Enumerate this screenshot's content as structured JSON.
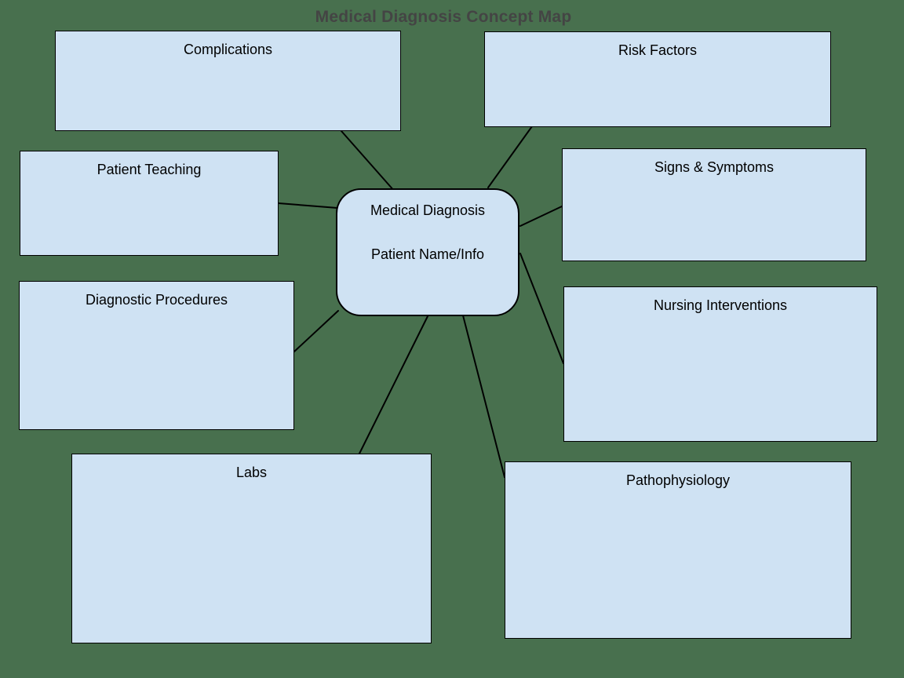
{
  "title": "Medical Diagnosis Concept Map",
  "center": {
    "line1": "Medical Diagnosis",
    "line2": "Patient Name/Info"
  },
  "nodes": {
    "complications": {
      "label": "Complications"
    },
    "risk_factors": {
      "label": "Risk Factors"
    },
    "patient_teaching": {
      "label": "Patient Teaching"
    },
    "signs_symptoms": {
      "label": "Signs & Symptoms"
    },
    "diagnostic_procedures": {
      "label": "Diagnostic Procedures"
    },
    "nursing_interventions": {
      "label": "Nursing Interventions"
    },
    "labs": {
      "label": "Labs"
    },
    "pathophysiology": {
      "label": "Pathophysiology"
    }
  },
  "colors": {
    "background": "#48704E",
    "node_fill": "#CFE2F3",
    "node_border": "#000000",
    "connector": "#000000",
    "title_text": "#444444",
    "label_text": "#000000"
  }
}
